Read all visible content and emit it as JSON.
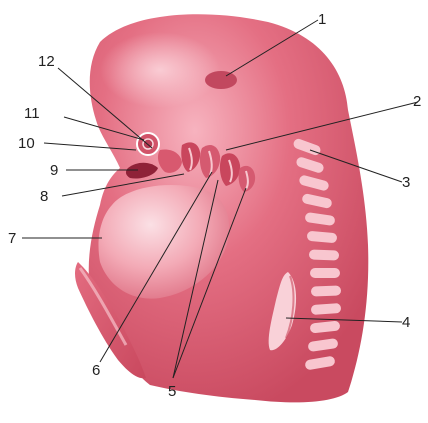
{
  "labels": {
    "l1": "1",
    "l2": "2",
    "l3": "3",
    "l4": "4",
    "l5": "5",
    "l6": "6",
    "l7": "7",
    "l8": "8",
    "l9": "9",
    "l10": "10",
    "l11": "11",
    "l12": "12"
  },
  "colors": {
    "embryo_body": "#e0687c",
    "embryo_highlight": "#f5b6c0",
    "embryo_shadow": "#b8394f",
    "somite": "#f7c9d0",
    "eye_ring": "#ffffff",
    "label_text": "#222222",
    "background": "#ffffff"
  }
}
